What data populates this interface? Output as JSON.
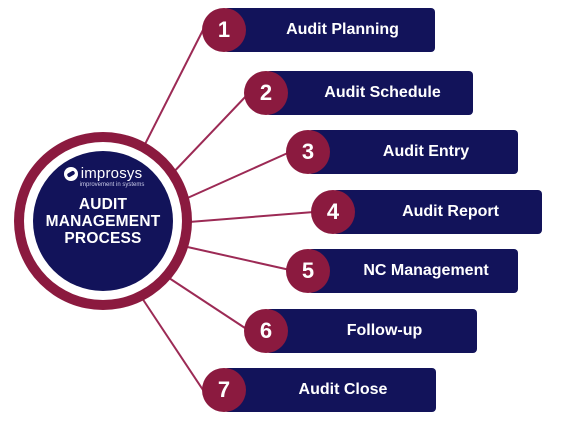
{
  "hub": {
    "logo_name": "improsys",
    "logo_tagline": "improvement in systems",
    "title_lines": [
      "AUDIT",
      "MANAGEMENT",
      "PROCESS"
    ]
  },
  "steps": [
    {
      "number": "1",
      "label": "Audit Planning"
    },
    {
      "number": "2",
      "label": "Audit Schedule"
    },
    {
      "number": "3",
      "label": "Audit Entry"
    },
    {
      "number": "4",
      "label": "Audit Report"
    },
    {
      "number": "5",
      "label": "NC Management"
    },
    {
      "number": "6",
      "label": "Follow-up"
    },
    {
      "number": "7",
      "label": "Audit Close"
    }
  ],
  "colors": {
    "navy": "#12135a",
    "maroon": "#8b1a3f",
    "connector": "#9c2a55"
  }
}
